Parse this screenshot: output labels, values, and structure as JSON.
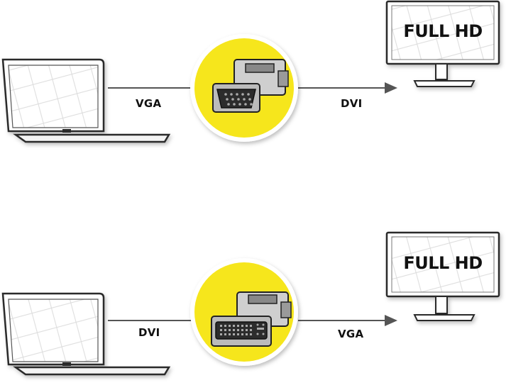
{
  "colors": {
    "accent_circle": "#f6e61c",
    "line": "#555555",
    "outline": "#2a2a2a"
  },
  "rows": [
    {
      "source_label": "VGA",
      "target_label": "DVI",
      "monitor_text": "FULL HD",
      "adapter_face": "vga-connector-icon"
    },
    {
      "source_label": "DVI",
      "target_label": "VGA",
      "monitor_text": "FULL HD",
      "adapter_face": "dvi-connector-icon"
    }
  ]
}
